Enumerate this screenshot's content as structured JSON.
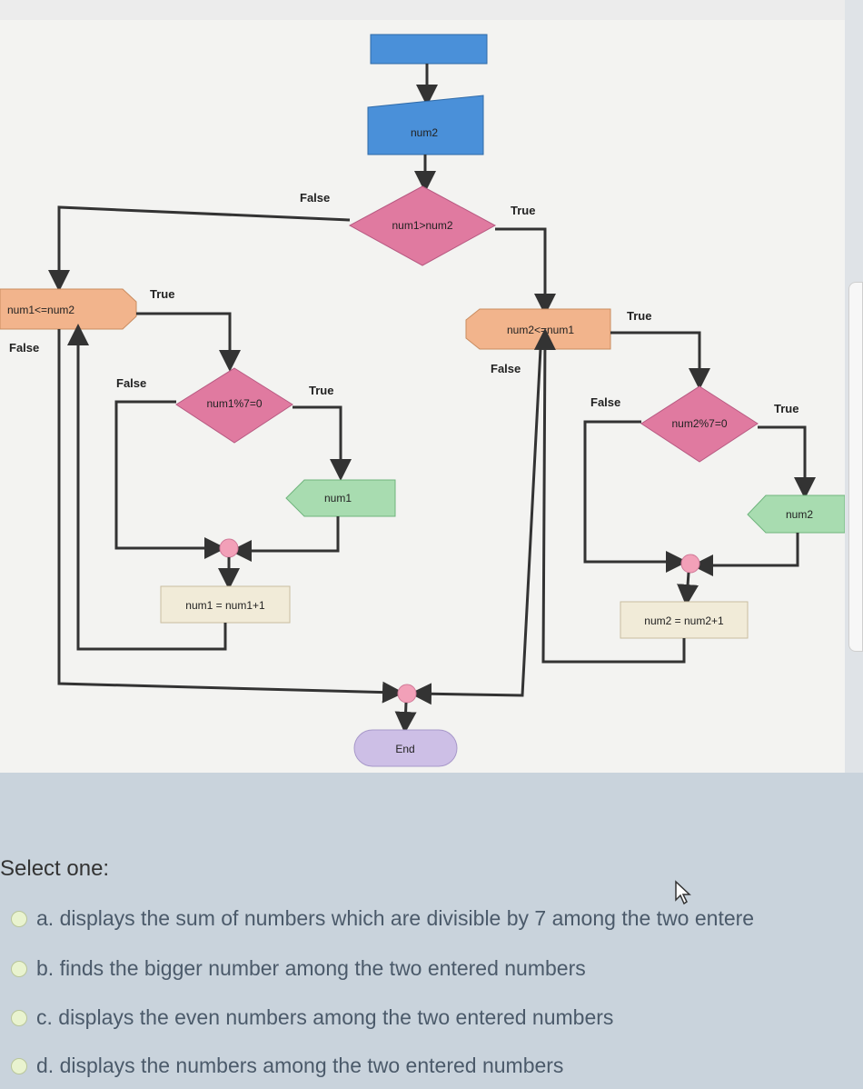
{
  "flowchart": {
    "input_label": "num2",
    "decision_main": "num1>num2",
    "decision_left": "num1<=num2",
    "decision_right": "num2<=num1",
    "decision_left_mod": "num1%7=0",
    "decision_right_mod": "num2%7=0",
    "output_left": "num1",
    "output_right": "num2",
    "process_left": "num1 = num1+1",
    "process_right": "num2 = num2+1",
    "end_label": "End",
    "labels": {
      "false_main": "False",
      "true_main": "True",
      "true_left": "True",
      "false_left": "False",
      "false_left_mod": "False",
      "true_left_mod": "True",
      "true_right": "True",
      "false_right": "False",
      "false_right_mod": "False",
      "true_right_mod": "True"
    },
    "colors": {
      "input": "#4a90d9",
      "decision": "#e07aa0",
      "loop": "#f2b48c",
      "output": "#a8dcb0",
      "process": "#f1ebd8",
      "end": "#cdbfe6",
      "connector": "#f2a0b8"
    }
  },
  "question": {
    "select_label": "Select one:",
    "options": [
      "a. displays the sum of numbers which are divisible by 7 among the two entere",
      "b. finds the bigger number among the two entered numbers",
      "c. displays the even numbers among the two entered numbers",
      "d. displays the numbers among the two entered numbers"
    ]
  }
}
